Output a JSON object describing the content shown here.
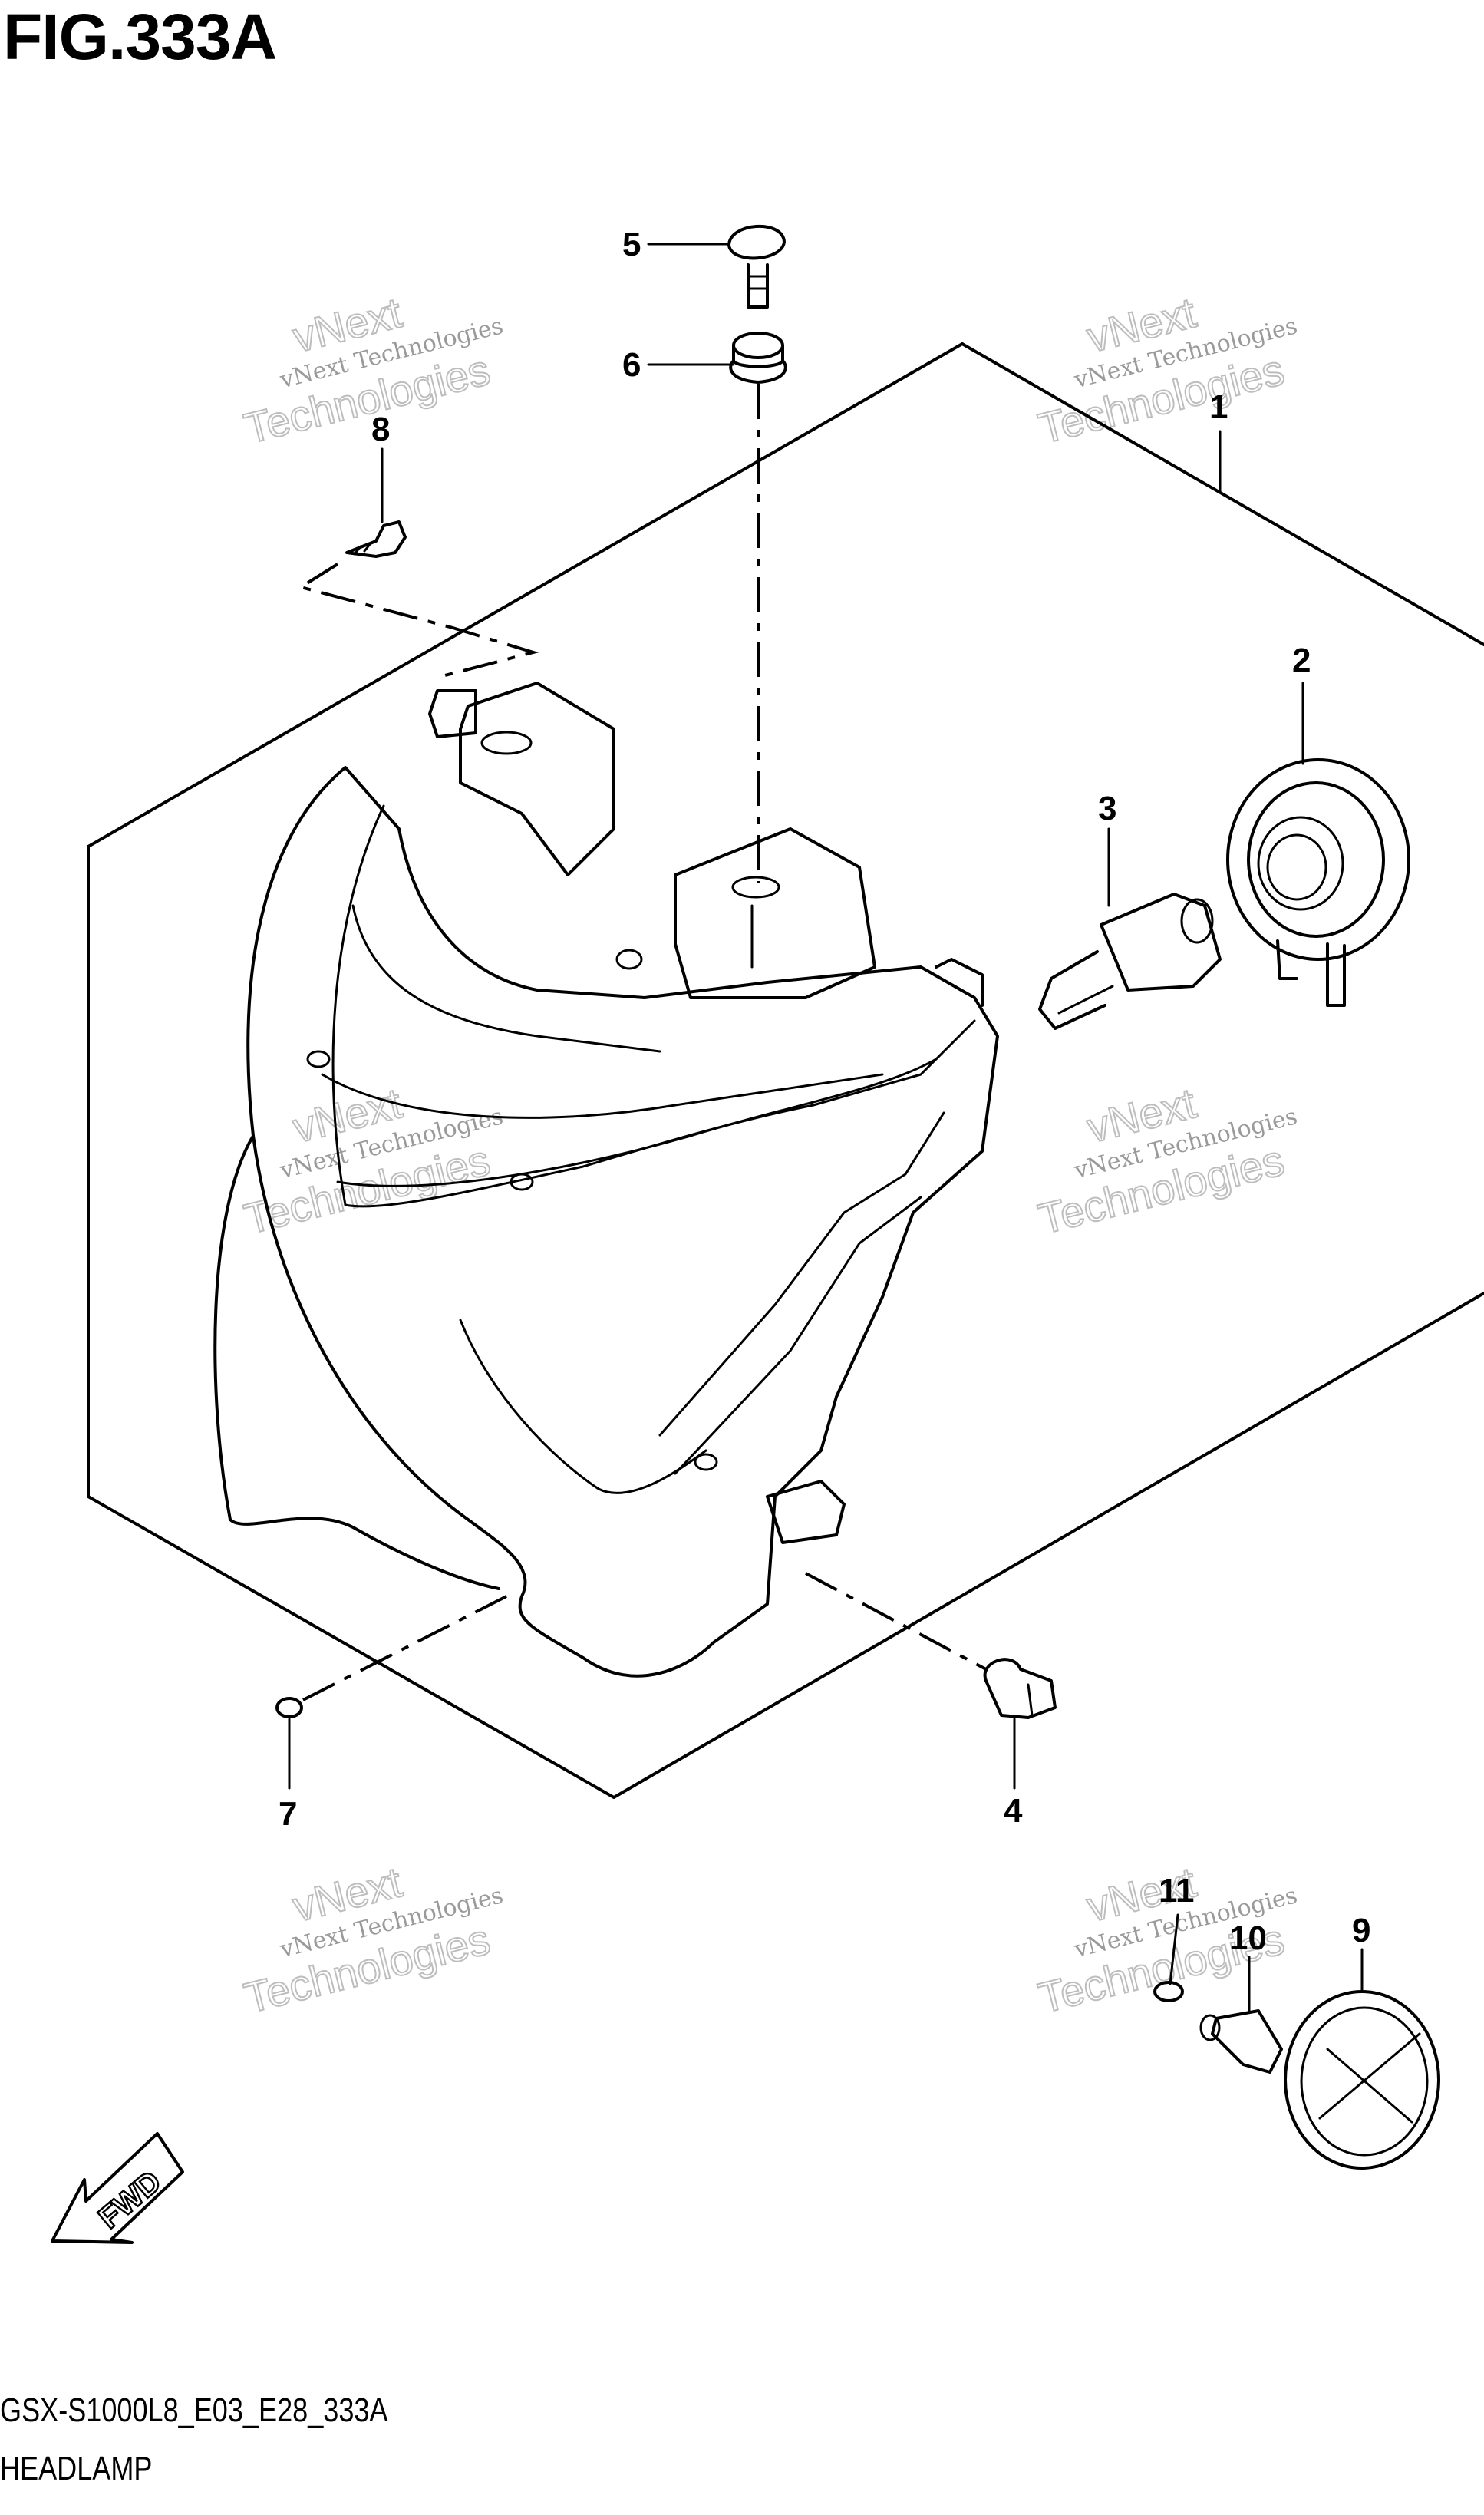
{
  "figure": {
    "title": "FIG.333A",
    "code": "GSX-S1000L8_E03_E28_333A",
    "name": "HEADLAMP"
  },
  "callouts": [
    "1",
    "2",
    "3",
    "4",
    "5",
    "6",
    "7",
    "8",
    "9",
    "10",
    "11"
  ],
  "fwd_label": "FWD",
  "watermark": {
    "line1": "vNext",
    "line2": "vNext Technologies",
    "line3": "Technologies"
  }
}
